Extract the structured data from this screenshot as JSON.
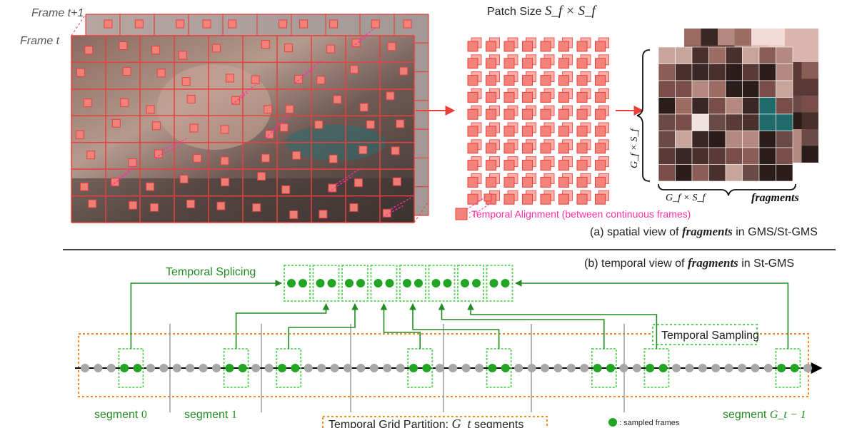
{
  "spatial": {
    "frame_next": "Frame t+1",
    "frame_t": "Frame t",
    "patch_size_text": "Patch Size",
    "patch_size_math": "S_f × S_f",
    "gxs_vertical": "G_f × S_f",
    "gxs_horizontal": "G_f × S_f",
    "fragments_word": "fragments",
    "legend_temporal_alignment": ":Temporal Alignment (between continuous frames)",
    "caption_prefix": "(a) spatial view of ",
    "caption_word": "fragments",
    "caption_suffix": " in GMS/St-GMS"
  },
  "temporal": {
    "caption_prefix": "(b) temporal view of ",
    "caption_word": "fragments",
    "caption_suffix": " in St-GMS",
    "temporal_splicing": "Temporal Splicing",
    "temporal_sampling": "Temporal Sampling",
    "segment_0": "segment",
    "segment_0_idx": "0",
    "segment_1": "segment",
    "segment_1_idx": "1",
    "segment_last": "segment",
    "segment_last_idx": "G_t − 1",
    "partition_prefix": "Temporal Grid Partition: ",
    "partition_suffix": " segments",
    "partition_math": "G_t",
    "legend_sampled": ": sampled frames"
  },
  "colors": {
    "red": "#e8403a",
    "green": "#22a522",
    "light_green": "#5bd35b",
    "pink": "#ff2ea6",
    "orange": "#f08a24",
    "gray": "#9a9a9a"
  }
}
